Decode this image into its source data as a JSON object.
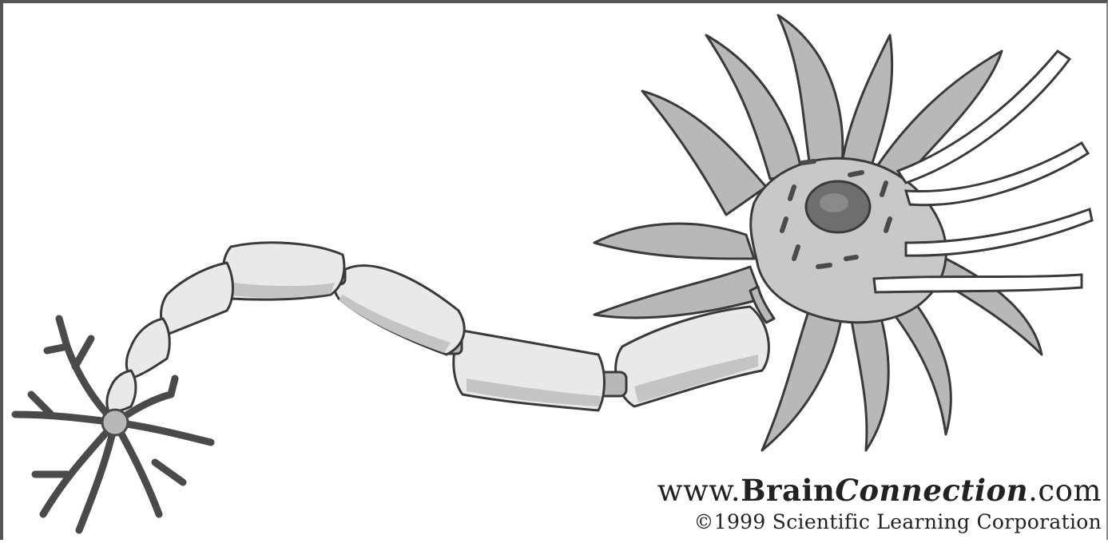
{
  "credits": {
    "site_prefix": "www.",
    "site_brain": "Brain",
    "site_connection": "Connection",
    "site_suffix": ".com",
    "copyright": "©1999 Scientific Learning Corporation"
  },
  "colors": {
    "outline": "#3a3a3a",
    "cell_fill": "#b8b8b8",
    "cell_shadow": "#8c8c8c",
    "nucleus": "#6e6e6e",
    "myelin_fill": "#e9e9e9",
    "myelin_shade": "#c4c4c4"
  },
  "icons": {
    "soma": "neuron-cell-body-icon",
    "axon": "myelinated-axon-icon",
    "terminal": "axon-terminal-icon"
  }
}
